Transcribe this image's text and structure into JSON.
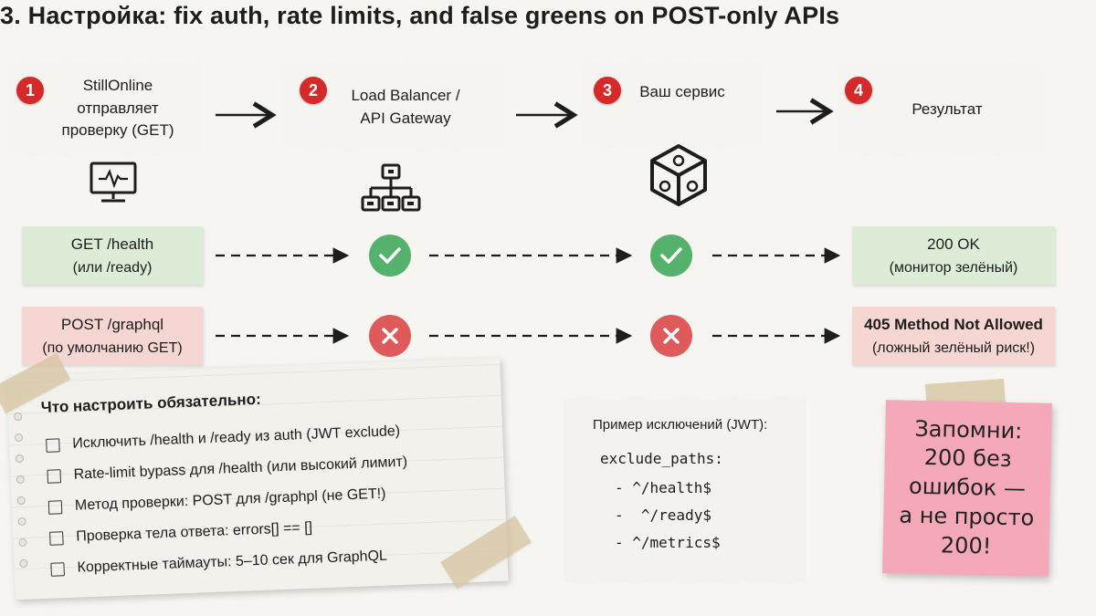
{
  "title": "3. Настройка: fix auth, rate limits, and false greens on POST-only APIs",
  "steps": [
    {
      "num": "1",
      "label": "StillOnline\nотправляет\nпроверку (GET)",
      "icon": "monitor-heartbeat-icon"
    },
    {
      "num": "2",
      "label": "Load Balancer /\nAPI Gateway",
      "icon": "network-tree-icon"
    },
    {
      "num": "3",
      "label": "Ваш сервис",
      "icon": "service-cube-icon"
    },
    {
      "num": "4",
      "label": "Результат"
    }
  ],
  "flows": {
    "get": {
      "request": "GET /health",
      "request_note": "(или /ready)",
      "gateway_status": "check-icon",
      "service_status": "check-icon",
      "result": "200 OK",
      "result_note": "(монитор зелёный)",
      "color": "#dcecd6"
    },
    "post": {
      "request": "POST /graphql",
      "request_note": "(по умолчанию GET)",
      "gateway_status": "cross-icon",
      "service_status": "cross-icon",
      "result": "405 Method Not Allowed",
      "result_note": "(ложный зелёный риск!)",
      "color": "#f6d6d3"
    }
  },
  "checklist": {
    "heading": "Что настроить обязательно:",
    "items": [
      "Исключить /health и /ready из auth (JWT exclude)",
      "Rate-limit bypass для /health (или высокий лимит)",
      "Метод проверки: POST для /graphpl (не GET!)",
      "Проверка тела ответа: errors[] == []",
      "Корректные таймауты: 5–10 сек для GraphQL"
    ]
  },
  "code_example": {
    "title": "Пример исключений (JWT):",
    "lines": [
      "exclude_paths:",
      "- ^/health$",
      "-  ^/ready$",
      "- ^/metrics$"
    ]
  },
  "sticky_note": "Запомни:\n200 без\nошибок —\nа не просто\n200!",
  "colors": {
    "badge": "#d42a2a",
    "ok": "#55b26c",
    "error": "#df5a5a",
    "sticky": "#f5a9b8"
  }
}
